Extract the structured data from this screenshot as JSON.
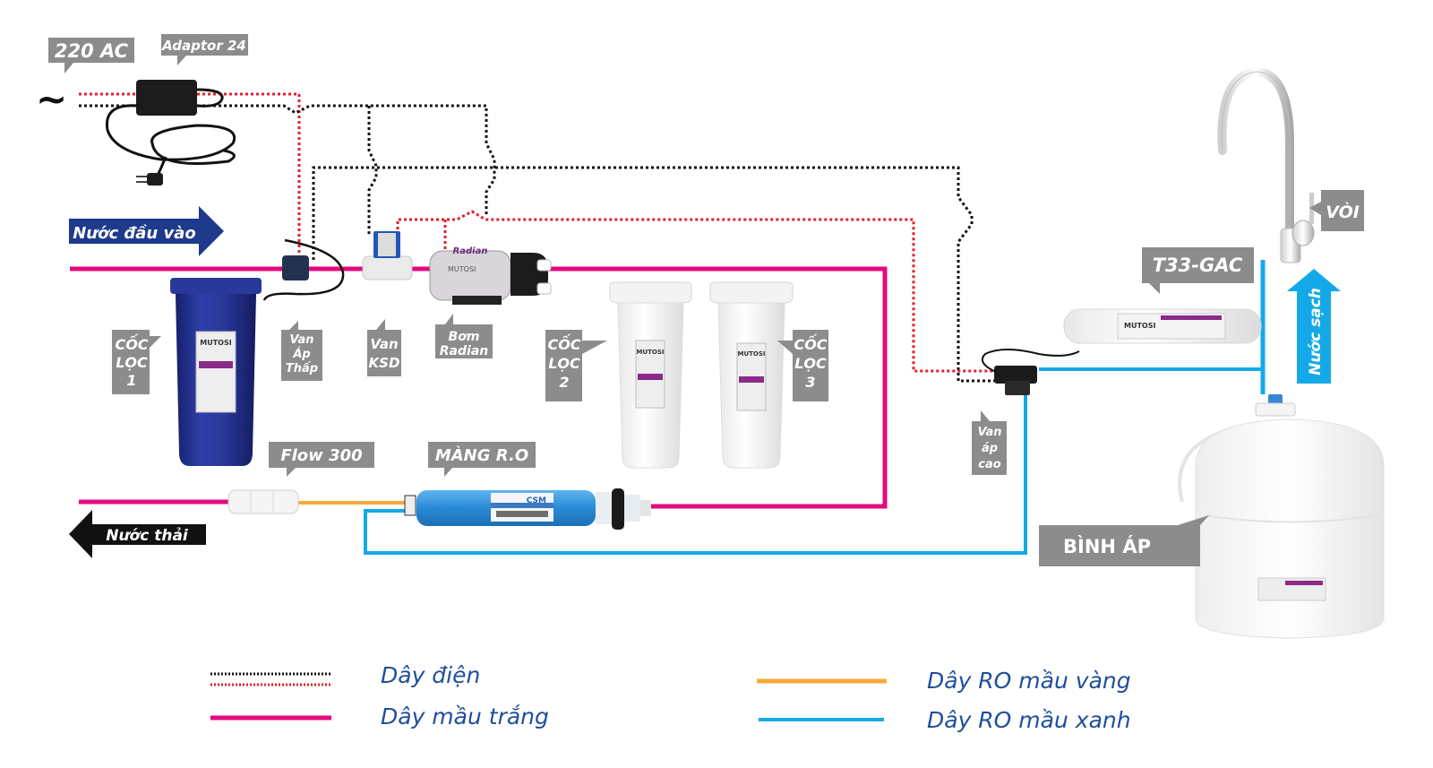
{
  "colors": {
    "white_tube": "#e5097f",
    "ro_yellow": "#f7a93b",
    "ro_blue": "#13a9e8",
    "wire_black": "#111111",
    "wire_red": "#e1212b",
    "callout_gray": "#8c8c8c",
    "inlet_arrow": "#1e3a8c",
    "outlet_arrow": "#13a9e8",
    "waste_arrow": "#111111",
    "legend_text": "#1f4e9c"
  },
  "power": {
    "ac_label": "220 AC",
    "adaptor_label": "Adaptor 24",
    "ac_symbol": "~"
  },
  "arrows": {
    "inlet": "Nước đầu vào",
    "waste": "Nước thải",
    "clean": "Nước sạch"
  },
  "components": {
    "filter1": [
      "CỐC",
      "LỌC",
      "1"
    ],
    "filter2": [
      "CỐC",
      "LỌC",
      "2"
    ],
    "filter3": [
      "CỐC",
      "LỌC",
      "3"
    ],
    "low_pressure_valve": [
      "Van",
      "Áp",
      "Thấp"
    ],
    "ksd_valve": [
      "Van",
      "KSD"
    ],
    "pump": [
      "Bơm",
      "Radian"
    ],
    "flow_restrictor": "Flow 300",
    "ro_membrane": "MÀNG R.O",
    "post_filter": "T33-GAC",
    "faucet": "VÒI",
    "high_pressure_valve": [
      "Van",
      "áp",
      "cao"
    ],
    "tank": "BÌNH ÁP",
    "brand_label": "MUTOSI",
    "pump_brand": "Radian",
    "membrane_brand": "CSM"
  },
  "legend": {
    "items": [
      {
        "label": "Dây điện",
        "style": "dotted-black-red"
      },
      {
        "label": "Dây mầu trắng",
        "style": "pink"
      },
      {
        "label": "Dây RO mầu vàng",
        "style": "yellow"
      },
      {
        "label": "Dây RO mầu xanh",
        "style": "blue"
      }
    ]
  }
}
